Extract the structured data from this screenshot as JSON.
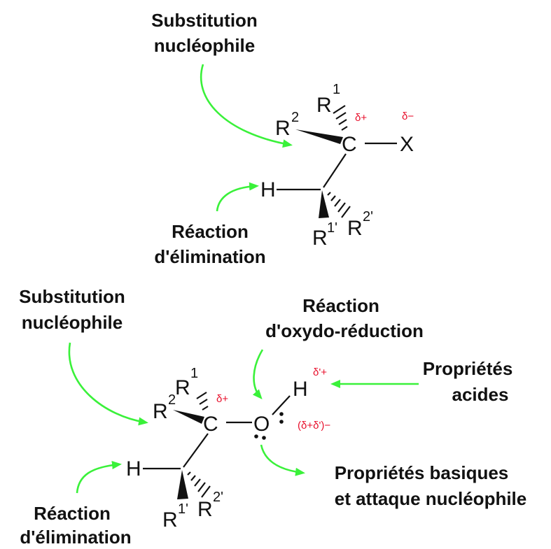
{
  "top": {
    "labels": {
      "substitution": [
        "Substitution",
        "nucléophile"
      ],
      "elimination": [
        "Réaction",
        "d'élimination"
      ]
    },
    "atoms": {
      "r1": "R",
      "r1_sup": "1",
      "r2": "R",
      "r2_sup": "2",
      "c": "C",
      "x": "X",
      "h": "H",
      "r1p": "R",
      "r1p_sup": "1'",
      "r2p": "R",
      "r2p_sup": "2'"
    },
    "charges": {
      "c": "δ+",
      "x": "δ−"
    }
  },
  "bottom": {
    "labels": {
      "substitution": [
        "Substitution",
        "nucléophile"
      ],
      "redox": [
        "Réaction",
        "d'oxydo-réduction"
      ],
      "acid": [
        "Propriétés",
        "acides"
      ],
      "basic": [
        "Propriétés basiques",
        "et attaque nucléophile"
      ],
      "elimination": [
        "Réaction",
        "d'élimination"
      ]
    },
    "atoms": {
      "r1": "R",
      "r1_sup": "1",
      "r2": "R",
      "r2_sup": "2",
      "c": "C",
      "o": "O",
      "h_o": "H",
      "h": "H",
      "r1p": "R",
      "r1p_sup": "1'",
      "r2p": "R",
      "r2p_sup": "2'"
    },
    "charges": {
      "c": "δ+",
      "h": "δ'+",
      "o": "(δ+δ')−"
    }
  },
  "colors": {
    "arrow": "#3af13a",
    "charge": "#e8102c",
    "ink": "#111111"
  }
}
